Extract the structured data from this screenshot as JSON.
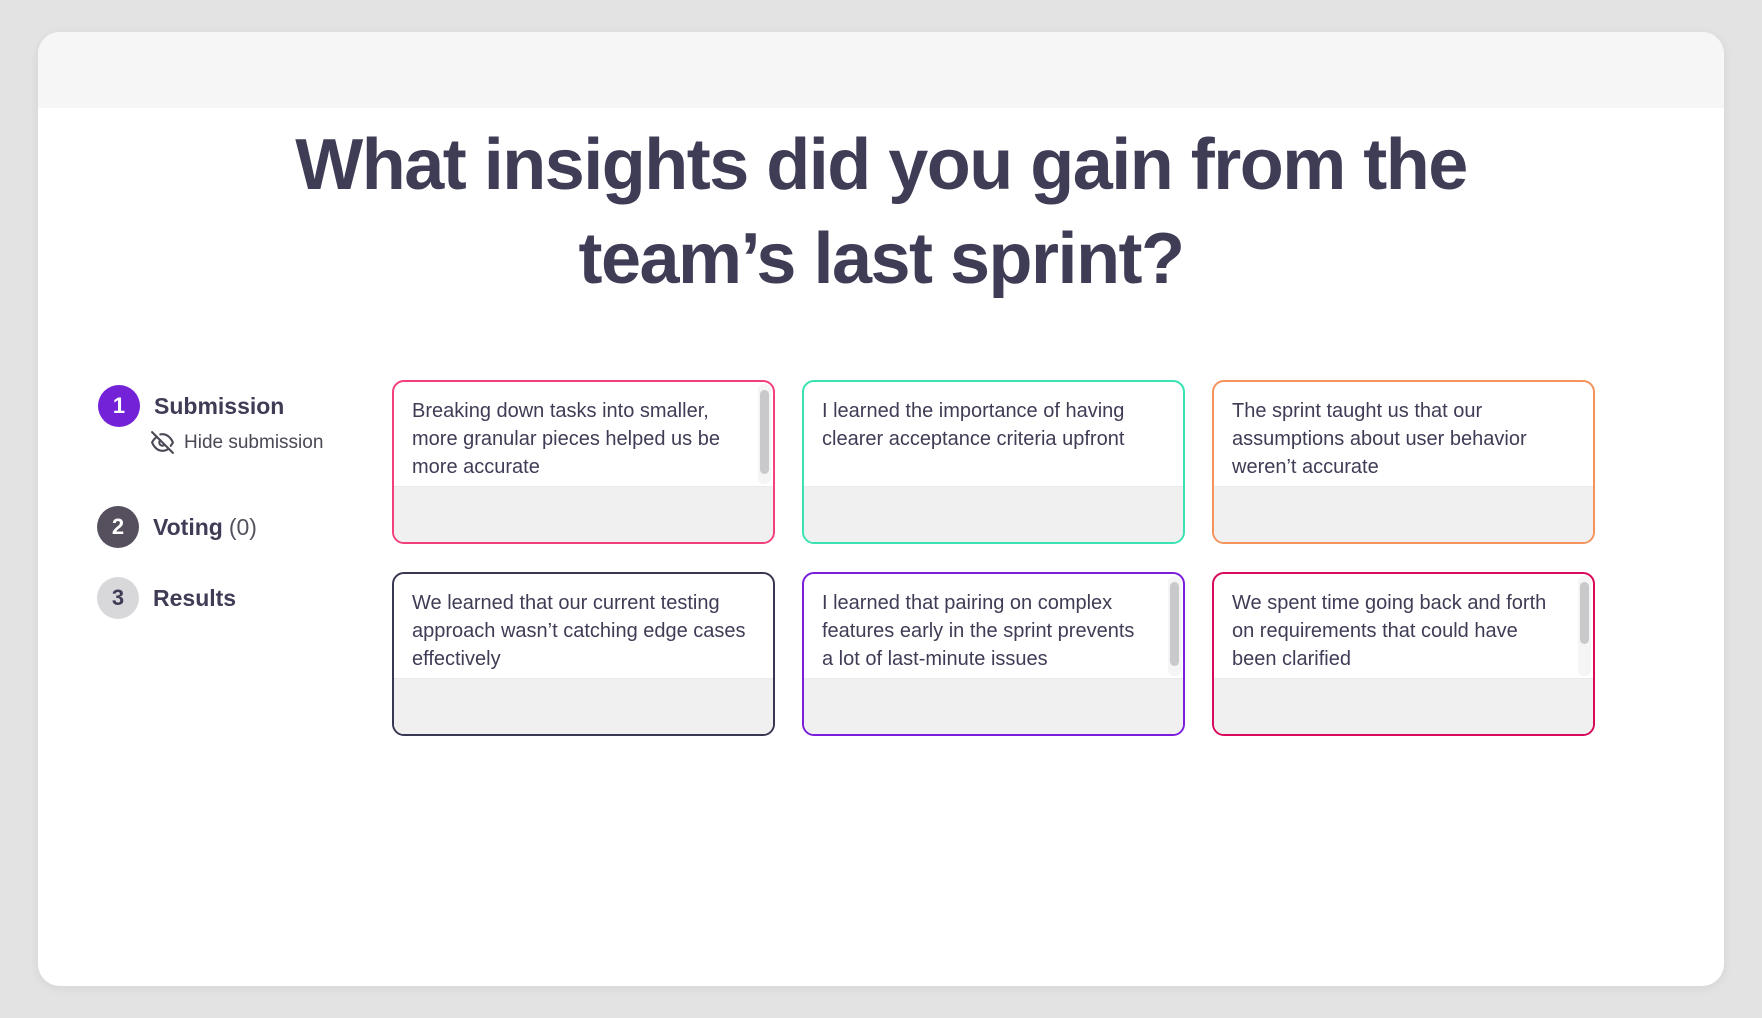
{
  "page": {
    "title_line1": "What insights did you gain from the",
    "title_line2": "team’s last sprint?"
  },
  "colors": {
    "page_background": "#e3e3e3",
    "panel_background": "#ffffff",
    "panel_topband": "#f6f6f7",
    "heading_text": "#3f3c55",
    "card_text": "#3f3c55",
    "card_footer": "#f0f0f1",
    "scrollbar_thumb": "#c9c9cb",
    "muted_text": "#4b4855"
  },
  "steps": [
    {
      "number": "1",
      "label": "Submission",
      "state": "active",
      "circle_color": "#7322d8",
      "number_color": "#ffffff",
      "label_color": "#3f3c55"
    },
    {
      "number": "2",
      "label": "Voting",
      "count": "(0)",
      "state": "default",
      "circle_color": "#554f5e",
      "number_color": "#ffffff",
      "label_color": "#3f3c55",
      "count_color": "#55525e"
    },
    {
      "number": "3",
      "label": "Results",
      "state": "disabled",
      "circle_color": "#d8d8db",
      "number_color": "#3f3c55",
      "label_color": "#3f3c55"
    }
  ],
  "hide_submission": {
    "icon": "eye-off-icon",
    "label": "Hide submission",
    "color": "#4b4855"
  },
  "cards": [
    {
      "text": "Breaking down tasks into smaller, more granular pieces helped us be more accurate",
      "border_color": "#f43f7d",
      "has_scrollbar": true
    },
    {
      "text": "I learned the importance of having clearer acceptance criteria upfront",
      "border_color": "#38e3b1",
      "has_scrollbar": false
    },
    {
      "text": "The sprint taught us that our assumptions about user behavior weren’t accurate",
      "border_color": "#f4935c",
      "has_scrollbar": false
    },
    {
      "text": "We learned that our current testing approach wasn’t catching edge cases effectively",
      "border_color": "#393852",
      "has_scrollbar": false
    },
    {
      "text": "I learned that pairing on complex features early in the sprint prevents a lot of last-minute issues",
      "border_color": "#7b1edb",
      "has_scrollbar": true
    },
    {
      "text": "We spent time going back and forth on requirements that could have been clarified",
      "border_color": "#d9095b",
      "has_scrollbar": true
    }
  ]
}
